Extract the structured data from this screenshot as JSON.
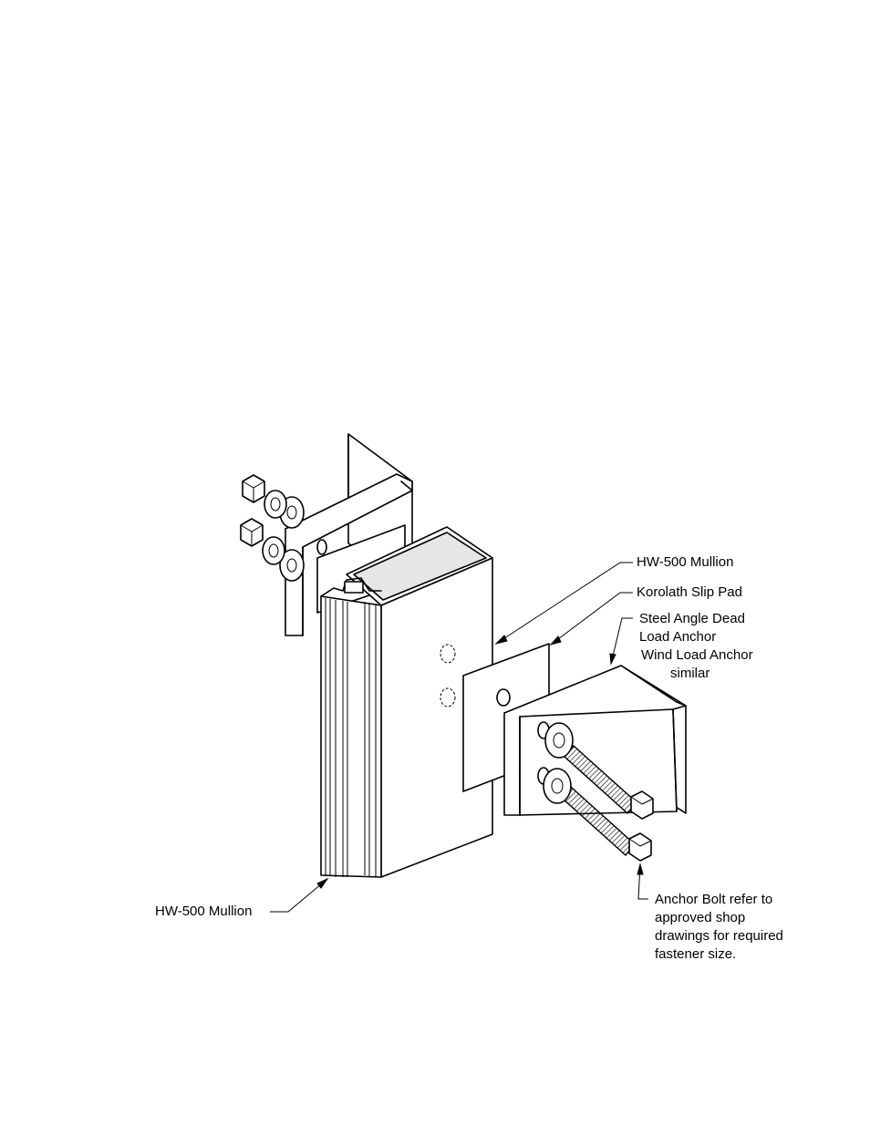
{
  "labels": {
    "mullion_right": "HW-500 Mullion",
    "slip_pad": "Korolath Slip Pad",
    "angle_line1": "Steel Angle Dead",
    "angle_line2": "Load Anchor",
    "angle_line3": "Wind Load Anchor",
    "angle_line4": "similar",
    "mullion_left": "HW-500 Mullion",
    "bolt_line1": "Anchor Bolt refer to",
    "bolt_line2": "approved shop",
    "bolt_line3": "drawings for required",
    "bolt_line4": "fastener size."
  }
}
